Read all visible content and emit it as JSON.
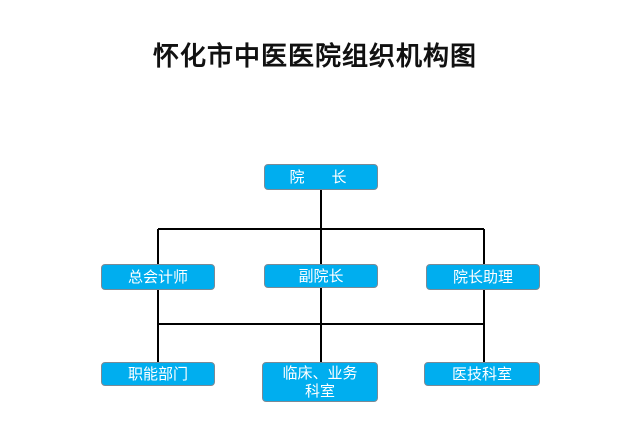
{
  "title": "怀化市中医医院组织机构图",
  "nodes": {
    "president": "院　长",
    "accountant_general": "总会计师",
    "vice_president": "副院长",
    "assistant": "院长助理",
    "functional": "职能部门",
    "clinical_line1": "临床、业务",
    "clinical_line2": "科室",
    "medical_tech": "医技科室"
  },
  "colors": {
    "node_fill": "#00aeef",
    "node_text": "#ffffff",
    "line": "#000000"
  }
}
